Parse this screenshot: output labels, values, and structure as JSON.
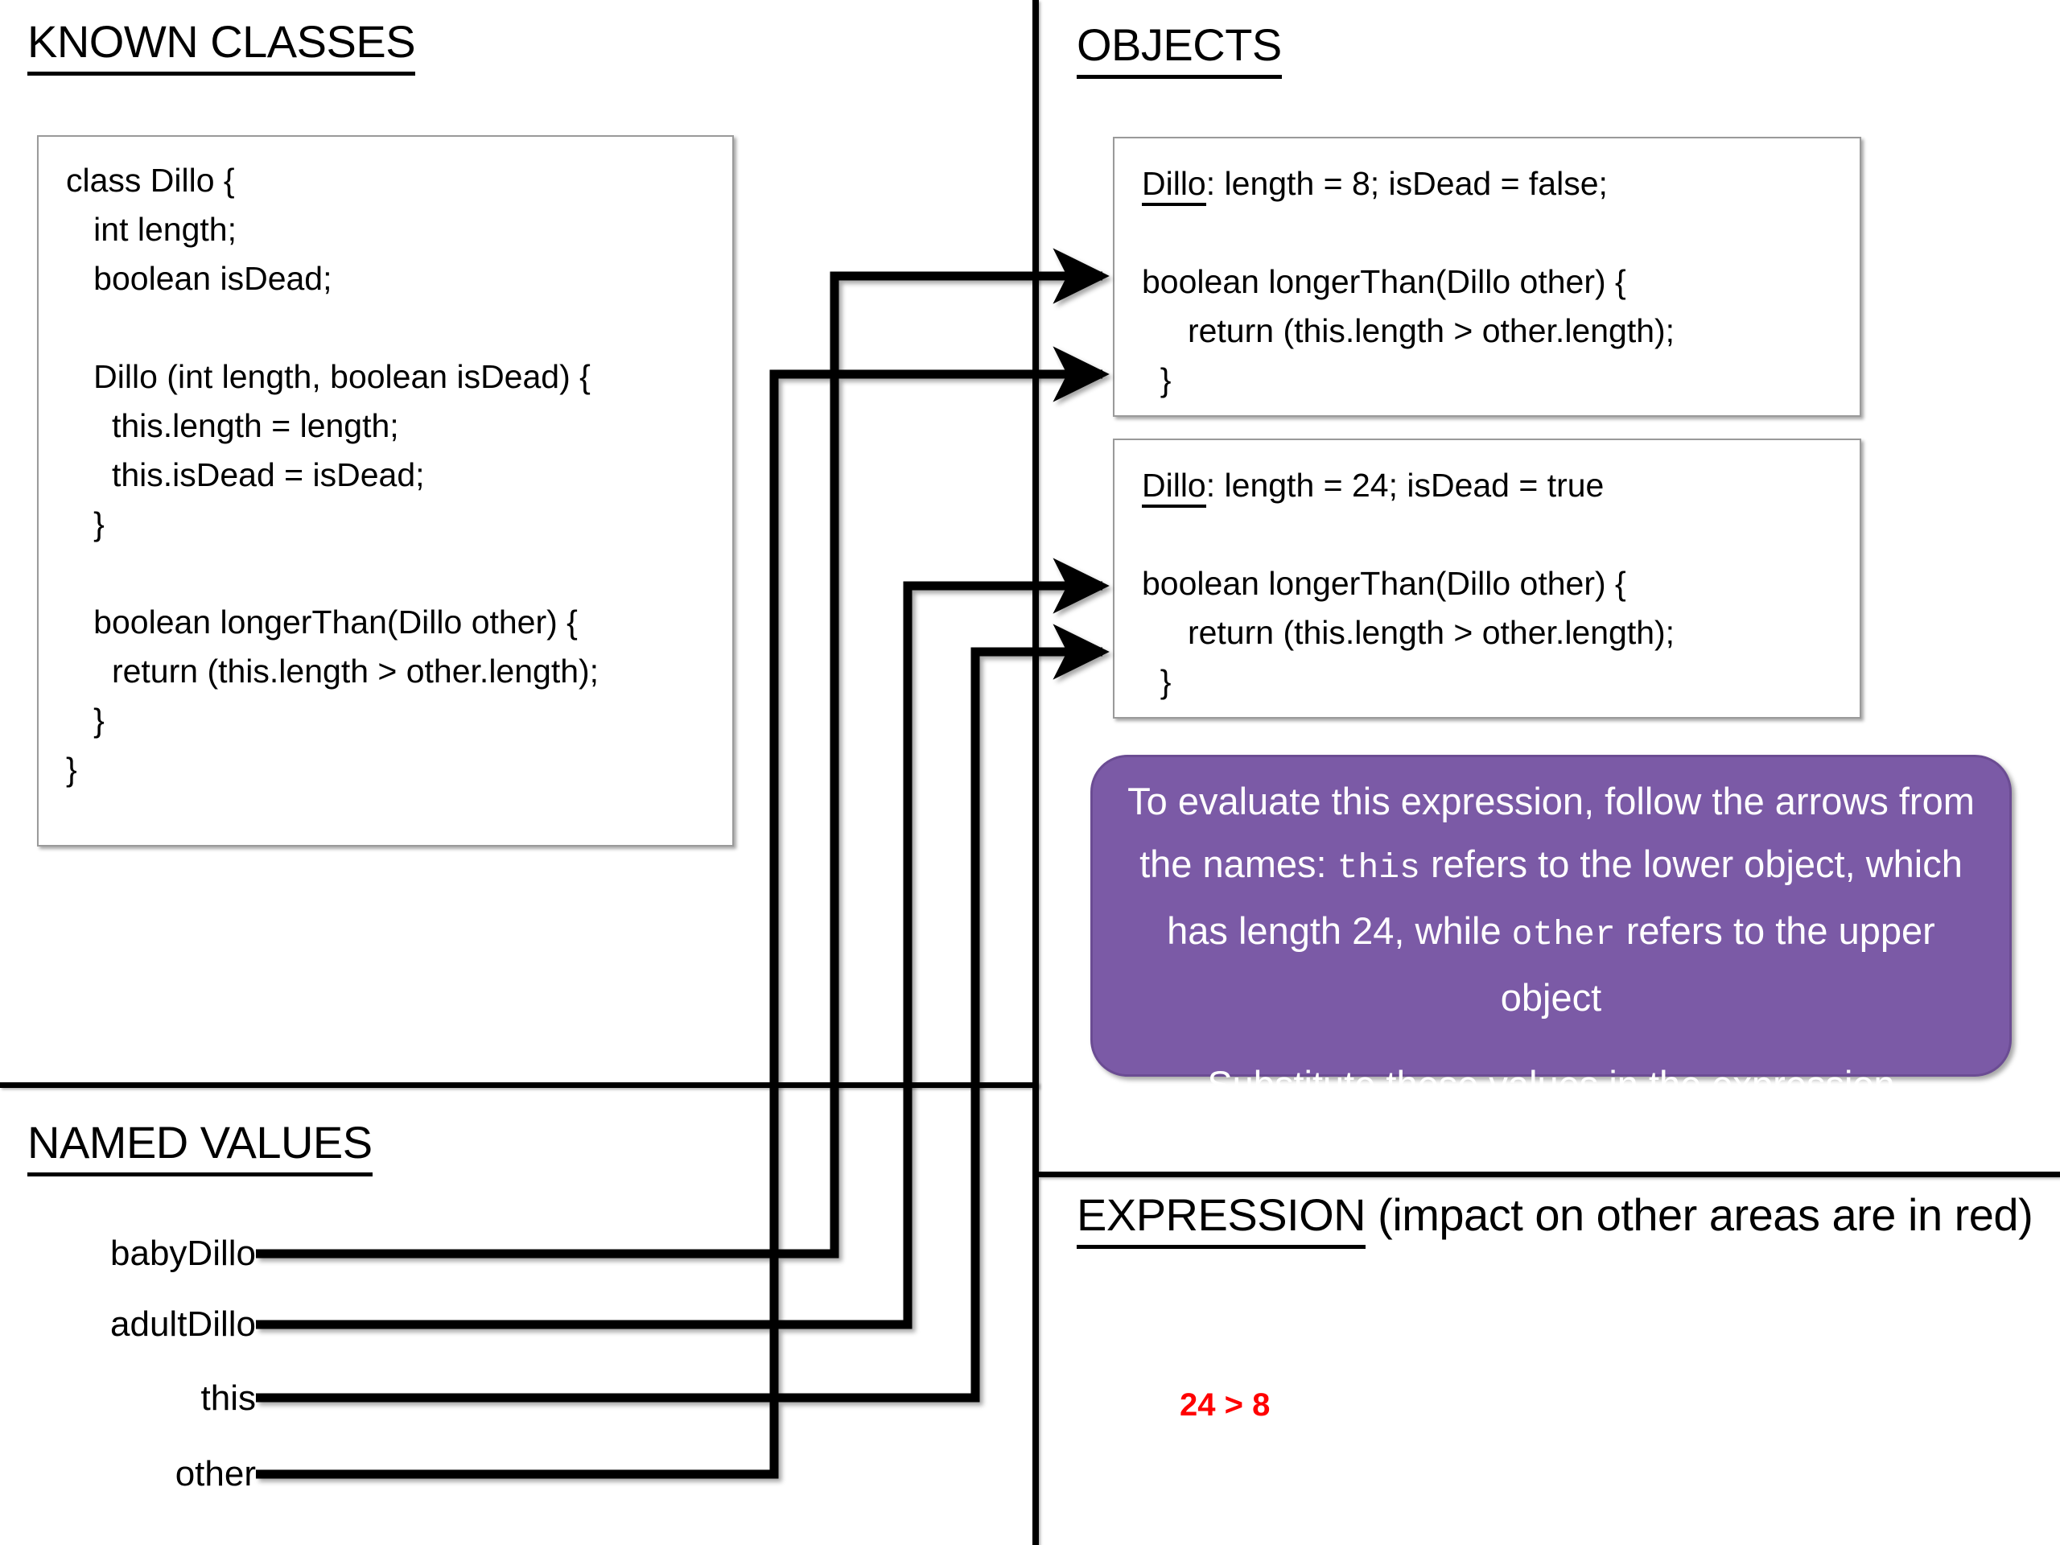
{
  "sections": {
    "known_classes": {
      "title": "KNOWN CLASSES"
    },
    "objects": {
      "title": "OBJECTS"
    },
    "named_values": {
      "title": "NAMED VALUES"
    },
    "expression": {
      "title_underlined": "EXPRESSION",
      "title_rest": " (impact on other areas are in red)"
    }
  },
  "class_box": {
    "code": "class Dillo {\n   int length;\n   boolean isDead;\n\n   Dillo (int length, boolean isDead) {\n     this.length = length;\n     this.isDead = isDead;\n   }\n\n   boolean longerThan(Dillo other) {\n     return (this.length > other.length);\n   }\n}"
  },
  "objects": [
    {
      "header_name": "Dillo",
      "header_rest": ": length = 8; isDead = false;",
      "code": "boolean longerThan(Dillo other) {\n     return (this.length > other.length);\n  }"
    },
    {
      "header_name": "Dillo",
      "header_rest": ": length = 24; isDead = true",
      "code": "boolean longerThan(Dillo other) {\n     return (this.length > other.length);\n  }"
    }
  ],
  "named_values": [
    {
      "label": "babyDillo"
    },
    {
      "label": "adultDillo"
    },
    {
      "label": "this"
    },
    {
      "label": "other"
    }
  ],
  "expression": {
    "value": "24 > 8",
    "value_color": "#FF0000"
  },
  "callout": {
    "line1a": "To evaluate this expression, follow the arrows from the names: ",
    "code1": "this",
    "line1b": " refers to the lower object, which has length 24, while ",
    "code2": "other",
    "line1c": " refers to the upper object",
    "line2": "Substitute these values in the expression",
    "background": "#7B5AA6",
    "text_color": "#FFFFFF"
  },
  "colors": {
    "line": "#000000",
    "box_border": "#9A9A9A",
    "accent_purple": "#7B5AA6",
    "red": "#FF0000"
  }
}
